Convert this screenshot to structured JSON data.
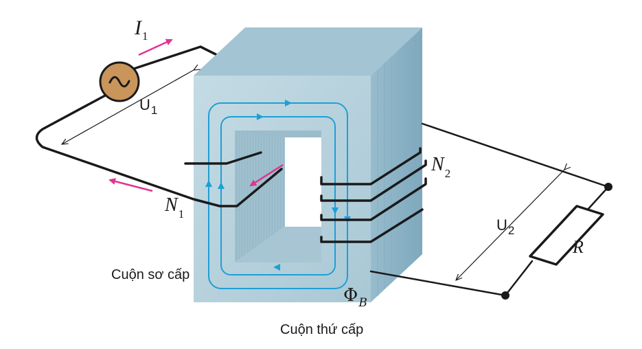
{
  "labels": {
    "current_primary": "I",
    "current_primary_sub": "1",
    "voltage_primary": "U",
    "voltage_primary_sub": "1",
    "turns_primary": "N",
    "turns_primary_sub": "1",
    "turns_secondary": "N",
    "turns_secondary_sub": "2",
    "voltage_secondary": "U",
    "voltage_secondary_sub": "2",
    "resistor": "R",
    "flux": "Φ",
    "flux_sub": "B",
    "primary_coil": "Cuộn sơ cấp",
    "secondary_coil": "Cuộn thứ cấp"
  },
  "icons": {
    "source": "ac-source-icon",
    "resistor": "resistor-icon"
  },
  "colors": {
    "core_front": "#b5d1dc",
    "core_top": "#9fc2d2",
    "core_side": "#8fb6c9",
    "window_inner": "#aac4d0",
    "flux_lines": "#1e9fd6",
    "current_arrows": "#e0358f",
    "wire": "#1a1a1a",
    "source_fill": "#c9955a"
  }
}
